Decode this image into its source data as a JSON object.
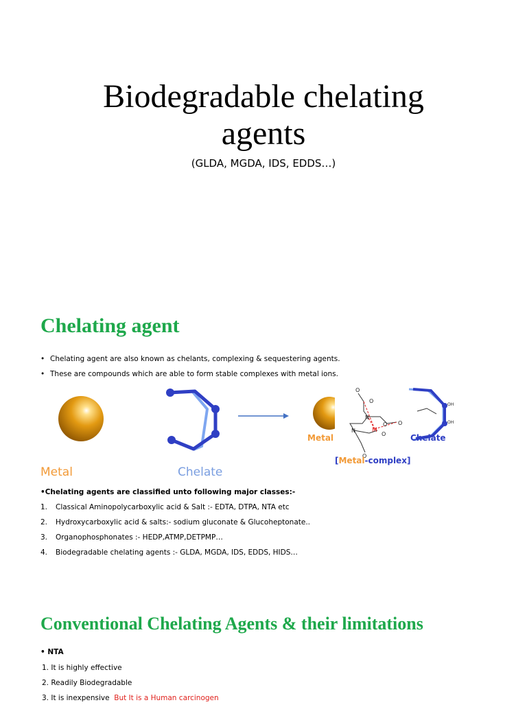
{
  "slide1": {
    "title": "Biodegradable chelating agents",
    "subtitle": "(GLDA, MGDA, IDS, EDDS…)"
  },
  "slide2": {
    "heading": "Chelating agent",
    "bullets": [
      "Chelating agent are also known as chelants, complexing & sequestering agents.",
      "These are compounds which are able to form stable complexes with metal ions."
    ],
    "figure": {
      "metal_caption": "Metal",
      "chelate_caption": "Chelate",
      "complex_labels": {
        "metal": "Metal",
        "chelate": "Chelate",
        "complex_open": "[",
        "complex_metal": "Metal",
        "complex_rest": "-complex]",
        "center_atom": "M",
        "oh": "OH"
      },
      "colors": {
        "metal": "#f29a37",
        "chelate": "#7a9ee0",
        "bond": "#2f3fc4",
        "arrow": "#4472c4"
      }
    },
    "classes_intro": "•Chelating agents are classified unto following major classes:-",
    "classes": [
      {
        "num": "1.",
        "text": "Classical Aminopolycarboxylic acid & Salt :- EDTA, DTPA, NTA etc"
      },
      {
        "num": "2.",
        "text": "Hydroxycarboxylic acid & salts:- sodium gluconate & Glucoheptonate.."
      },
      {
        "num": "3.",
        "text": "Organophosphonates :- HEDP,ATMP,DETPMP…"
      },
      {
        "num": "4.",
        "text": "Biodegradable chelating agents :- GLDA, MGDA, IDS, EDDS, HIDS…"
      }
    ]
  },
  "slide3": {
    "heading": "Conventional Chelating Agents & their limitations",
    "nta_label": "•   NTA",
    "points": [
      "1. It is highly effective",
      "2. Readily Biodegradable",
      "3. It is inexpensive"
    ],
    "warning": "But It is a Human carcinogen"
  }
}
